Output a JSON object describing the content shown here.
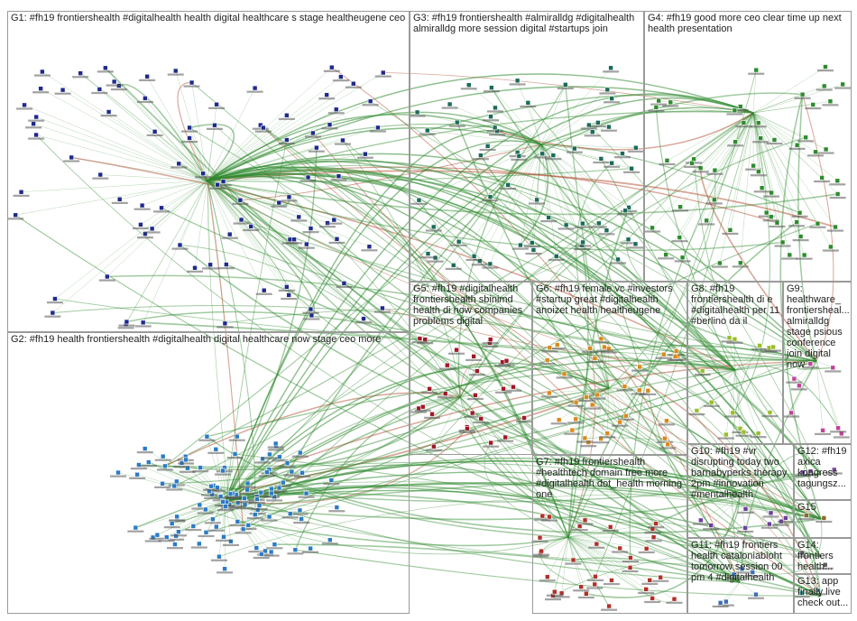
{
  "graph": {
    "groups": [
      {
        "id": "G1",
        "label": "G1: #fh19 frontiershealth #digitalhealth health digital healthcare s stage healtheugene ceo",
        "color": "#1f2a8c"
      },
      {
        "id": "G2",
        "label": "G2: #fh19 health frontiershealth #digitalhealth digital healthcare now stage ceo more",
        "color": "#2b7bc4"
      },
      {
        "id": "G3",
        "label": "G3: #fh19 frontiershealth #almiralldg #digitalhealth almiralldg more session digital #startups join",
        "color": "#1b6b5a"
      },
      {
        "id": "G4",
        "label": "G4: #fh19 good more ceo clear time up next health presentation",
        "color": "#2e8b2e"
      },
      {
        "id": "G5",
        "label": "G5: #fh19 #digitalhealth frontiershealth sbinimd health di now companies problems digital",
        "color": "#a01828"
      },
      {
        "id": "G6",
        "label": "G6: #fh19 female vc #investors #startup great #digitalhealth anoizet health healtheugene",
        "color": "#d98a1c"
      },
      {
        "id": "G7",
        "label": "G7: #fh19 frontiershealth #healthtech domain free more #digitalhealth dot_health morning one",
        "color": "#b0302a"
      },
      {
        "id": "G8",
        "label": "G8: #fh19 frontiershealth di e #digitalhealth per 11 #berlino da il",
        "color": "#9bbd2a"
      },
      {
        "id": "G9",
        "label": "G9: healthware_ frontiersheal... almiralldg stage psious conference join digital now",
        "color": "#c0449a"
      },
      {
        "id": "G10",
        "label": "G10: #fh19 #vr disrupting today two barnabyperks therapy 2pm #innovation #mentalhealth",
        "color": "#6d3fa0"
      },
      {
        "id": "G11",
        "label": "G11: #fh19 frontiers health cataloniabioht tomorrow session 00 pm 4 #digitalhealth",
        "color": "#3f6fb0"
      },
      {
        "id": "G12",
        "label": "G12: #fh19 axica kongress tagungsz...",
        "color": "#7a4a9a"
      },
      {
        "id": "G13",
        "label": "G13: app finally live check out...",
        "color": "#3a8f8f"
      },
      {
        "id": "G14",
        "label": "G14: frontiers health...",
        "color": "#5a5a5a"
      },
      {
        "id": "G15",
        "label": "G15",
        "color": "#8a6a2a"
      }
    ],
    "edge_colors": {
      "primary": "#2f8a2f",
      "secondary": "#a83a1a"
    },
    "node_labels": [
      "frontiershealth",
      "healtheugene",
      "almiralldg",
      "sbinimd",
      "anoizet",
      "dot_health",
      "barnabyperks",
      "cataloniabioht",
      "healthware_",
      "psious",
      "axica"
    ]
  }
}
